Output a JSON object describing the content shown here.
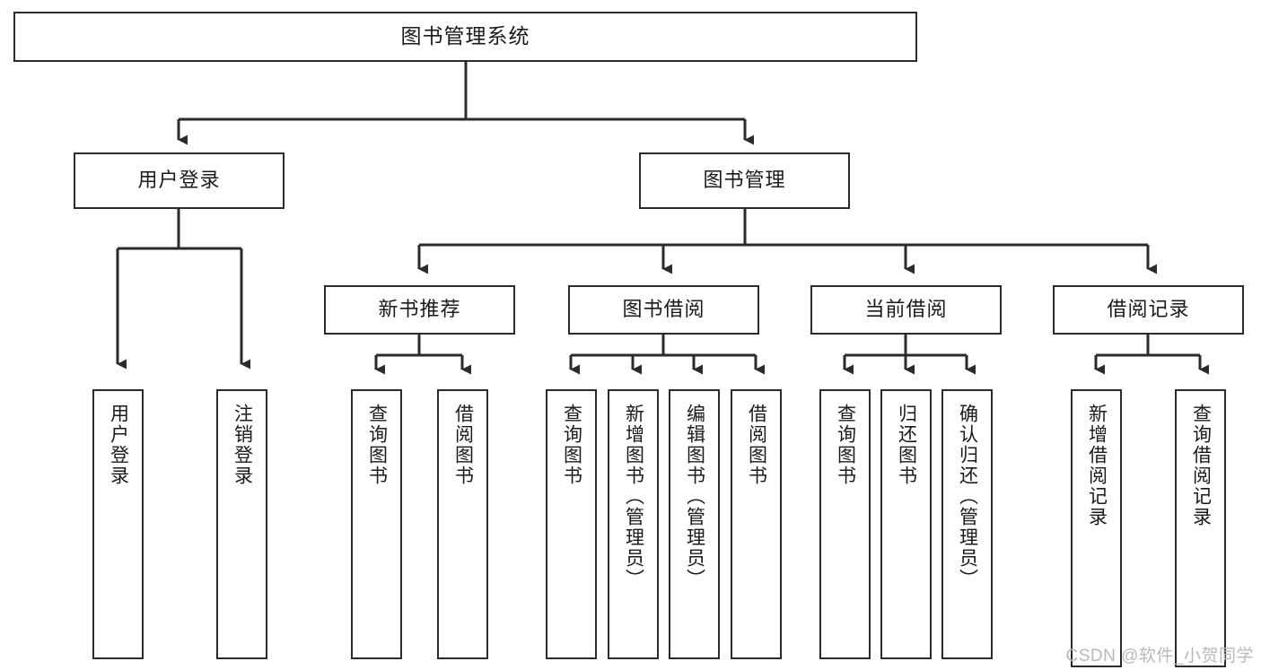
{
  "diagram": {
    "title": "图书管理系统",
    "type": "tree",
    "watermark": "CSDN @软件_小贺同学",
    "colors": {
      "box_border": "#2b2b2b",
      "box_fill": "#ffffff",
      "connector": "#2b2b2b",
      "text": "#1a1a1a",
      "watermark": "#b9b9b9",
      "background": "#ffffff"
    }
  },
  "nodes": {
    "root": {
      "label": "图书管理系统"
    },
    "level2": [
      {
        "id": "user-login",
        "label": "用户登录"
      },
      {
        "id": "book-manage",
        "label": "图书管理"
      }
    ],
    "level3": [
      {
        "id": "new-book-recommend",
        "label": "新书推荐"
      },
      {
        "id": "book-borrow",
        "label": "图书借阅"
      },
      {
        "id": "current-borrow",
        "label": "当前借阅"
      },
      {
        "id": "borrow-record",
        "label": "借阅记录"
      }
    ],
    "leaves": [
      {
        "id": "leaf-user-login",
        "label": "用户登录",
        "parent": "user-login"
      },
      {
        "id": "leaf-logout-login",
        "label": "注销登录",
        "parent": "user-login"
      },
      {
        "id": "leaf-query-book-1",
        "label": "查询图书",
        "parent": "new-book-recommend"
      },
      {
        "id": "leaf-borrow-book-1",
        "label": "借阅图书",
        "parent": "new-book-recommend"
      },
      {
        "id": "leaf-query-book-2",
        "label": "查询图书",
        "parent": "book-borrow"
      },
      {
        "id": "leaf-add-book-admin",
        "label": "新增图书（管理员）",
        "parent": "book-borrow"
      },
      {
        "id": "leaf-edit-book-admin",
        "label": "编辑图书（管理员）",
        "parent": "book-borrow"
      },
      {
        "id": "leaf-borrow-book-2",
        "label": "借阅图书",
        "parent": "book-borrow"
      },
      {
        "id": "leaf-query-book-3",
        "label": "查询图书",
        "parent": "current-borrow"
      },
      {
        "id": "leaf-return-book",
        "label": "归还图书",
        "parent": "current-borrow"
      },
      {
        "id": "leaf-confirm-return",
        "label": "确认归还（管理员）",
        "parent": "current-borrow"
      },
      {
        "id": "leaf-add-record",
        "label": "新增借阅记录",
        "parent": "borrow-record"
      },
      {
        "id": "leaf-query-record",
        "label": "查询借阅记录",
        "parent": "borrow-record"
      }
    ]
  }
}
